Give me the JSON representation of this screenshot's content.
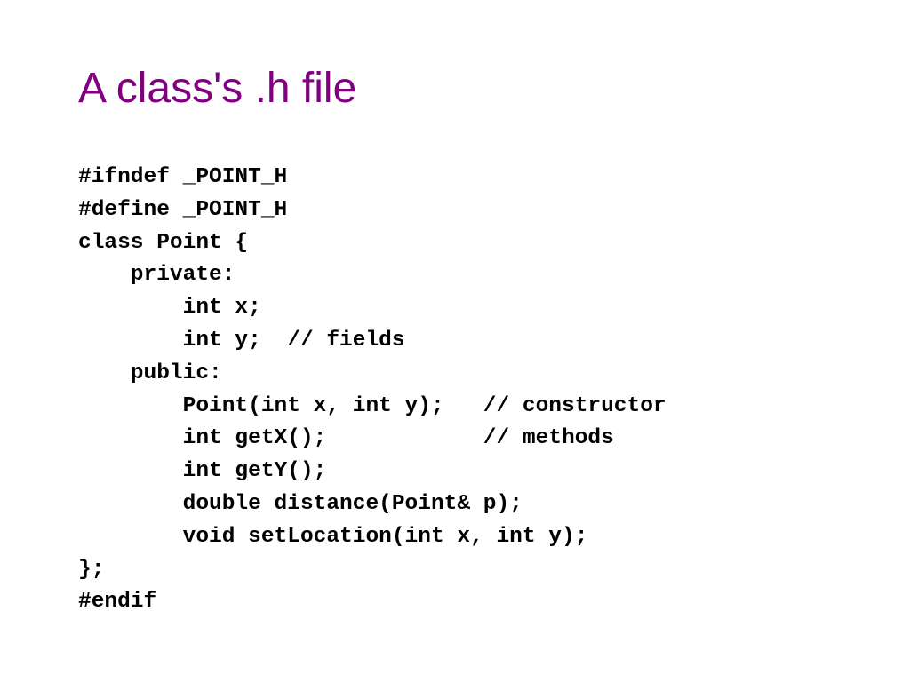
{
  "slide": {
    "title": "A class's .h file",
    "title_color": "#800080",
    "code_lines": [
      "#ifndef _POINT_H",
      "#define _POINT_H",
      "class Point {",
      "    private:",
      "        int x;",
      "        int y;  // fields",
      "    public:",
      "        Point(int x, int y);   // constructor",
      "        int getX();            // methods",
      "        int getY();",
      "        double distance(Point& p);",
      "        void setLocation(int x, int y);",
      "};",
      "#endif"
    ]
  }
}
